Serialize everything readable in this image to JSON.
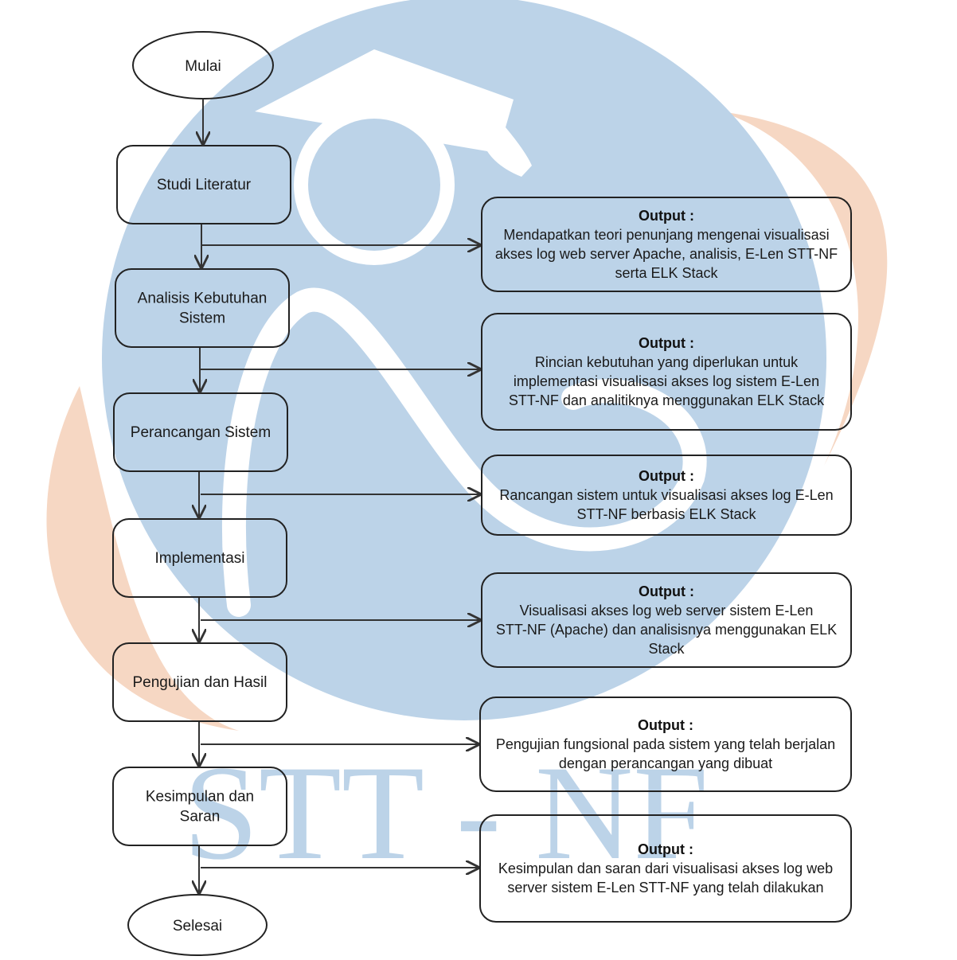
{
  "colors": {
    "watermark_blue": "#bcd3e8",
    "watermark_orange": "#f6d7c3",
    "line": "#333333"
  },
  "watermark": {
    "text": "STT - NF"
  },
  "flow": {
    "start": "Mulai",
    "steps": [
      "Studi Literatur",
      "Analisis Kebutuhan Sistem",
      "Perancangan Sistem",
      "Implementasi",
      "Pengujian dan Hasil",
      "Kesimpulan dan Saran"
    ],
    "end": "Selesai"
  },
  "outputs": [
    {
      "title": "Output :",
      "text": "Mendapatkan teori penunjang mengenai visualisasi akses log web server Apache, analisis, E-Len STT-NF serta ELK Stack"
    },
    {
      "title": "Output :",
      "text": "Rincian kebutuhan yang diperlukan untuk implementasi visualisasi akses log sistem E-Len STT-NF dan analitiknya menggunakan ELK Stack"
    },
    {
      "title": "Output :",
      "text": "Rancangan sistem untuk visualisasi akses log E-Len STT-NF berbasis ELK Stack"
    },
    {
      "title": "Output :",
      "text": "Visualisasi akses log web server sistem E-Len STT-NF (Apache) dan analisisnya menggunakan ELK Stack"
    },
    {
      "title": "Output :",
      "text": "Pengujian fungsional pada sistem yang telah berjalan dengan perancangan yang dibuat"
    },
    {
      "title": "Output :",
      "text": "Kesimpulan dan saran dari visualisasi akses log web server sistem E-Len STT-NF yang telah dilakukan"
    }
  ]
}
